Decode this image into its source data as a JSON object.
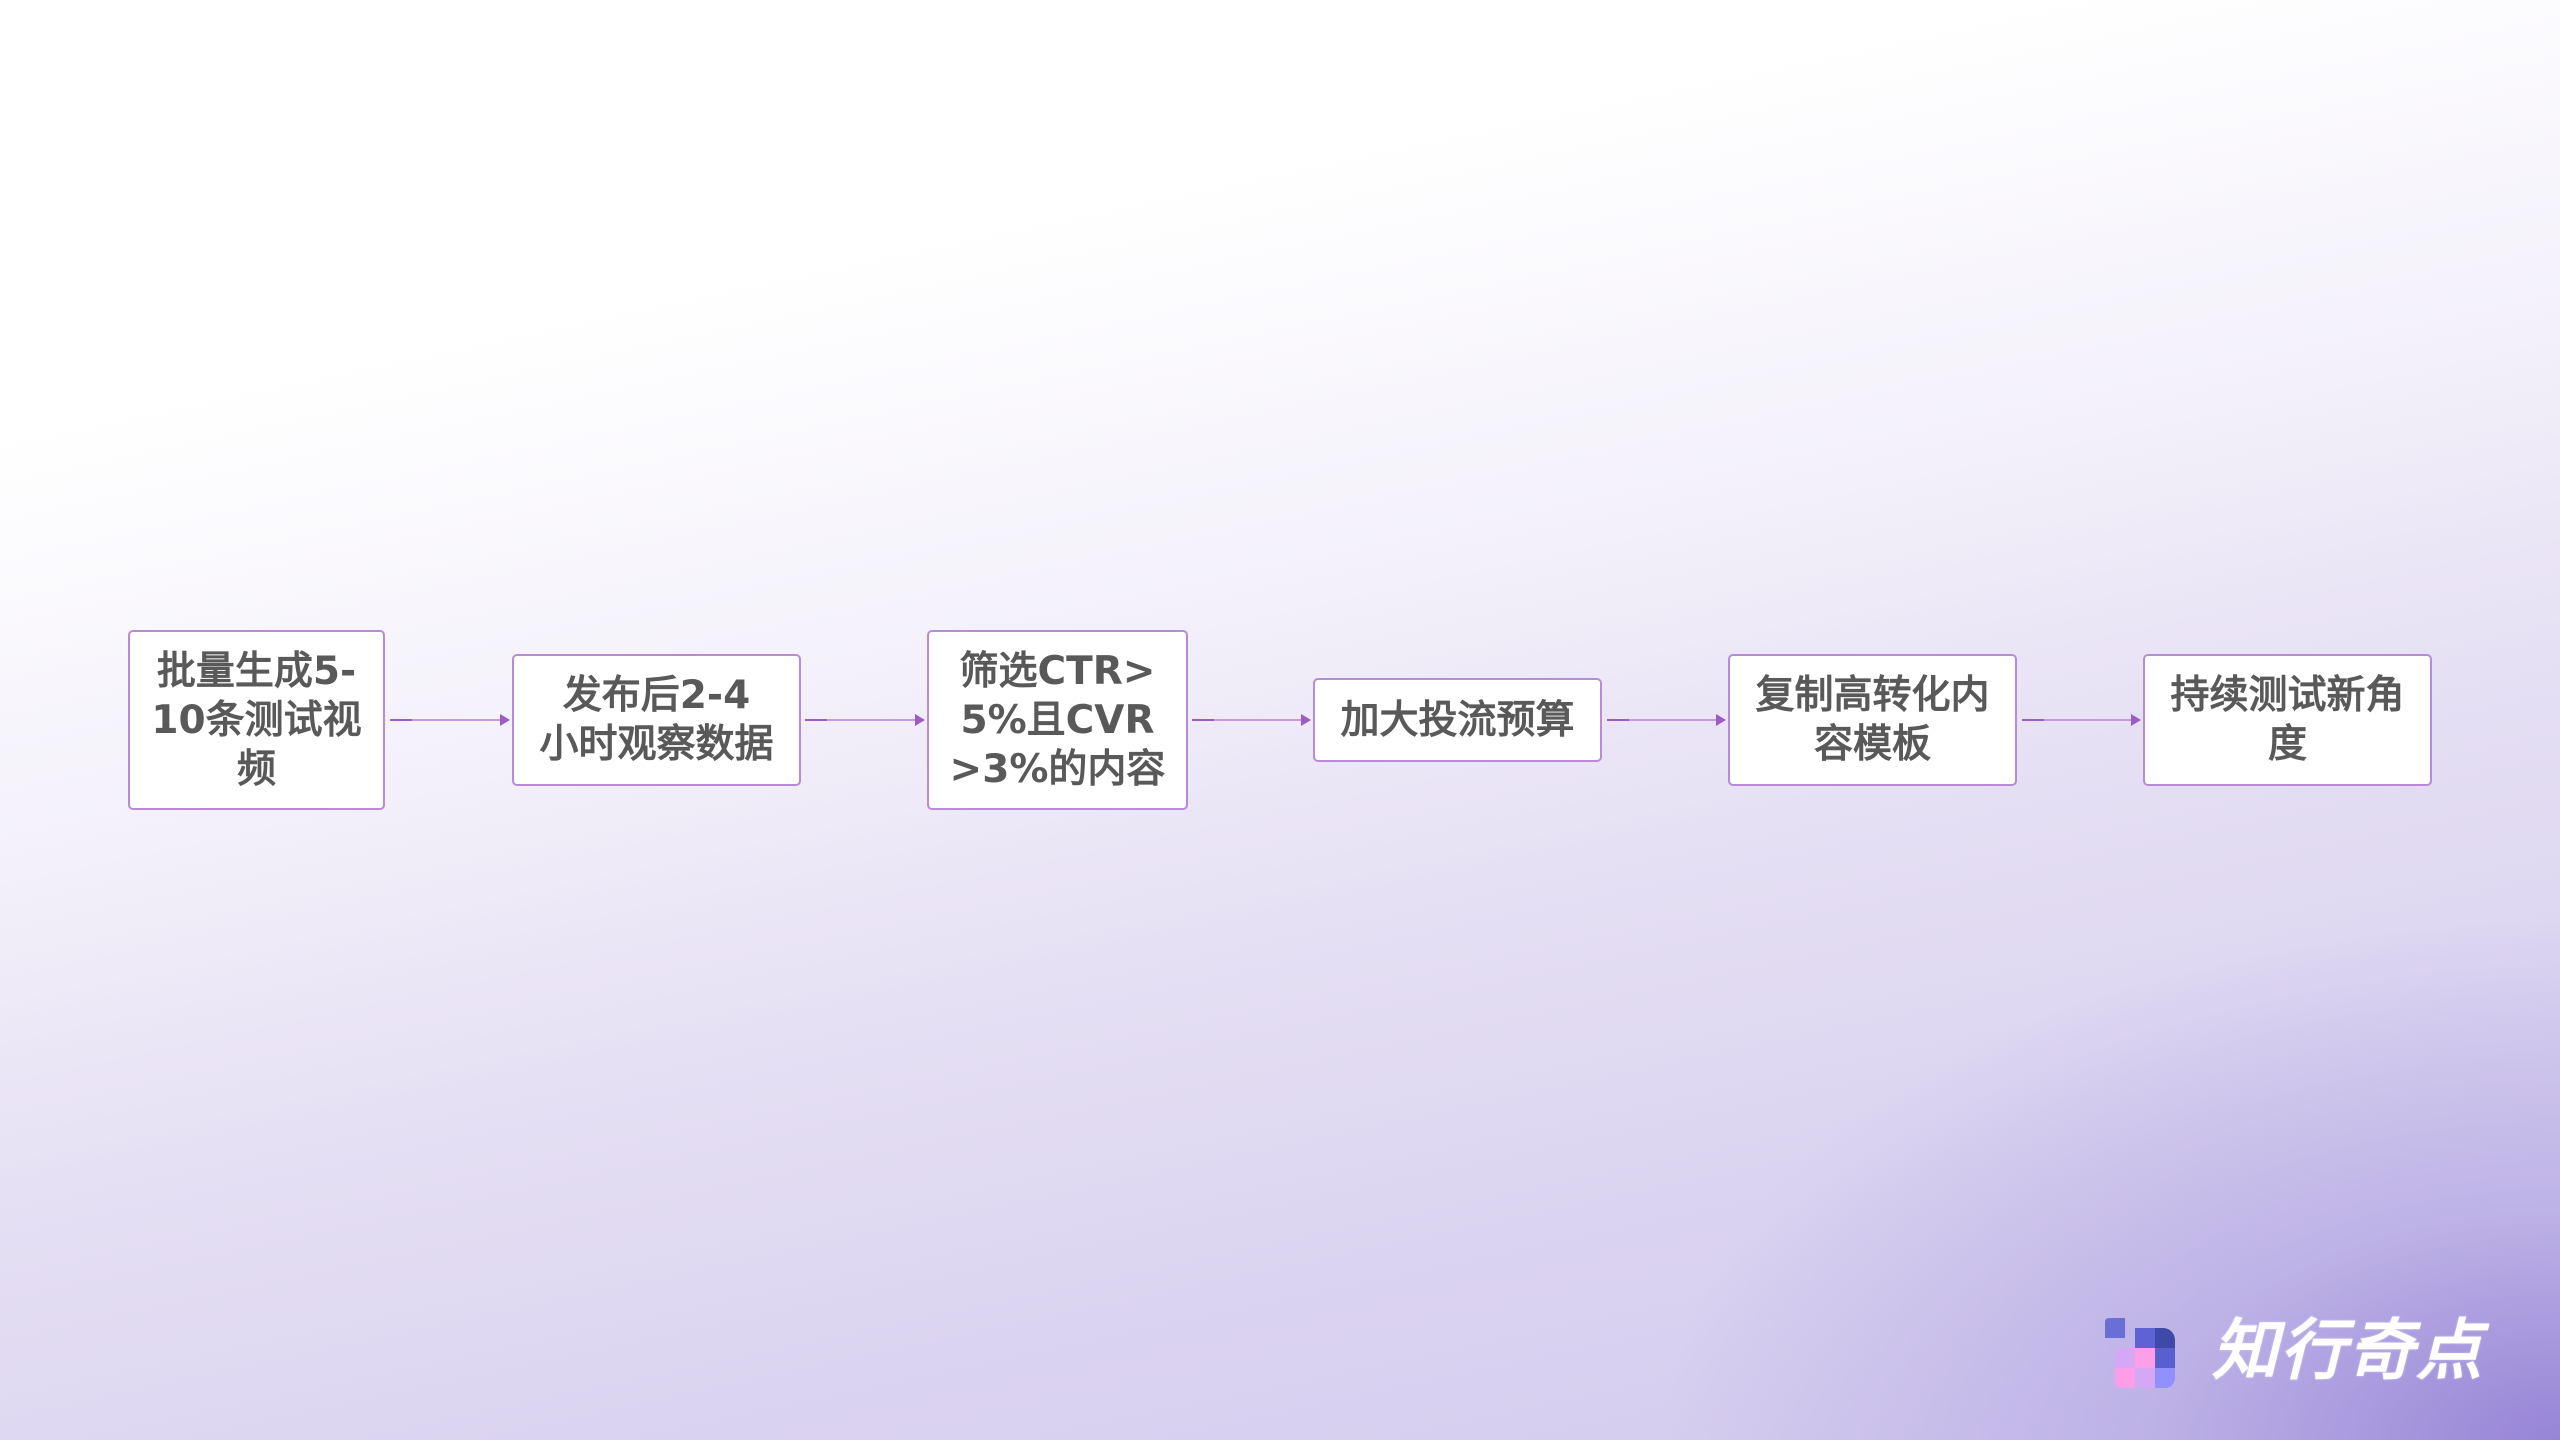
{
  "diagram": {
    "type": "flowchart",
    "direction": "left-to-right",
    "nodes": [
      {
        "id": "n1",
        "lines": [
          "批量生成5-",
          "10条测试视",
          "频"
        ],
        "label": "批量生成5-10条测试视频"
      },
      {
        "id": "n2",
        "lines": [
          "发布后2-4",
          "小时观察数据"
        ],
        "label": "发布后2-4小时观察数据"
      },
      {
        "id": "n3",
        "lines": [
          "筛选CTR>",
          "5%且CVR",
          ">3%的内容"
        ],
        "label": "筛选CTR>5%且CVR>3%的内容"
      },
      {
        "id": "n4",
        "lines": [
          "加大投流预算"
        ],
        "label": "加大投流预算"
      },
      {
        "id": "n5",
        "lines": [
          "复制高转化内",
          "容模板"
        ],
        "label": "复制高转化内容模板"
      },
      {
        "id": "n6",
        "lines": [
          "持续测试新角",
          "度"
        ],
        "label": "持续测试新角度"
      }
    ],
    "edges": [
      {
        "from": "n1",
        "to": "n2"
      },
      {
        "from": "n2",
        "to": "n3"
      },
      {
        "from": "n3",
        "to": "n4"
      },
      {
        "from": "n4",
        "to": "n5"
      },
      {
        "from": "n5",
        "to": "n6"
      }
    ]
  },
  "branding": {
    "logo_text": "知行奇点",
    "logo_icon": "pixel-grid-logo-icon"
  },
  "colors": {
    "node_border": "#b98ad6",
    "node_fill": "#ffffff",
    "node_text": "#595959",
    "arrow": "#9b5cc4",
    "background_top": "#ffffff",
    "background_bottom_left": "#dcd6f2",
    "background_bottom_right": "#9a8ad8",
    "logo_text": "#ffffff"
  }
}
